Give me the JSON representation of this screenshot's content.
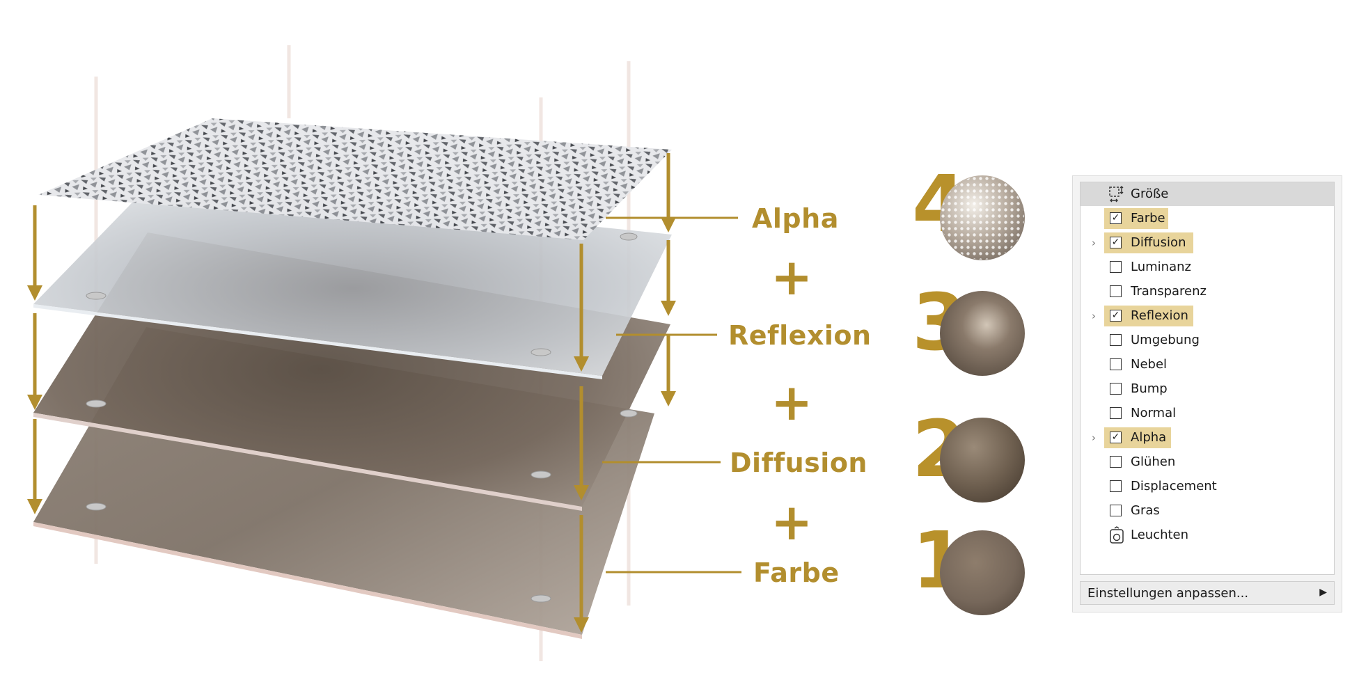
{
  "diagram": {
    "layers": [
      {
        "label": "Alpha"
      },
      {
        "label": "Reflexion"
      },
      {
        "label": "Diffusion"
      },
      {
        "label": "Farbe"
      }
    ],
    "plus": [
      "+",
      "+",
      "+"
    ],
    "steps": [
      {
        "number": "4"
      },
      {
        "number": "3"
      },
      {
        "number": "2"
      },
      {
        "number": "1"
      }
    ],
    "accent_color": "#b28e2e"
  },
  "channel_panel": {
    "items": [
      {
        "label": "Größe",
        "icon": "size-icon",
        "checked": null,
        "expandable": false,
        "highlighted": false,
        "selected": true
      },
      {
        "label": "Farbe",
        "checked": true,
        "expandable": false,
        "highlighted": true
      },
      {
        "label": "Diffusion",
        "checked": true,
        "expandable": true,
        "highlighted": true
      },
      {
        "label": "Luminanz",
        "checked": false,
        "expandable": false,
        "highlighted": false
      },
      {
        "label": "Transparenz",
        "checked": false,
        "expandable": false,
        "highlighted": false
      },
      {
        "label": "Reflexion",
        "checked": true,
        "expandable": true,
        "highlighted": true
      },
      {
        "label": "Umgebung",
        "checked": false,
        "expandable": false,
        "highlighted": false
      },
      {
        "label": "Nebel",
        "checked": false,
        "expandable": false,
        "highlighted": false
      },
      {
        "label": "Bump",
        "checked": false,
        "expandable": false,
        "highlighted": false
      },
      {
        "label": "Normal",
        "checked": false,
        "expandable": false,
        "highlighted": false
      },
      {
        "label": "Alpha",
        "checked": true,
        "expandable": true,
        "highlighted": true
      },
      {
        "label": "Glühen",
        "checked": false,
        "expandable": false,
        "highlighted": false
      },
      {
        "label": "Displacement",
        "checked": false,
        "expandable": false,
        "highlighted": false
      },
      {
        "label": "Gras",
        "checked": false,
        "expandable": false,
        "highlighted": false
      },
      {
        "label": "Leuchten",
        "icon": "illumination-icon",
        "checked": null,
        "expandable": false,
        "highlighted": false
      }
    ],
    "footer_label": "Einstellungen anpassen...",
    "highlight_color": "#e8d49b"
  }
}
